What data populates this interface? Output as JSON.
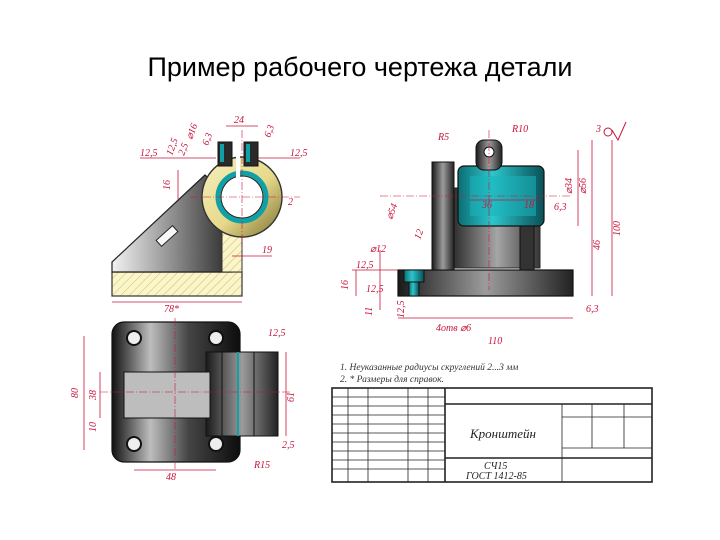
{
  "title": "Пример рабочего чертежа детали",
  "front_view": {
    "dims": [
      "⌀16",
      "6,3",
      "24",
      "6,3",
      "12,5",
      "12,5",
      "2,5",
      "16",
      "12,5",
      "2",
      "19",
      "78*"
    ]
  },
  "side_view": {
    "dims": [
      "R5",
      "R10",
      "3",
      "⌀34",
      "⌀56",
      "⌀54",
      "36",
      "18",
      "6,3",
      "12",
      "⌀12",
      "12,5",
      "46",
      "100",
      "16",
      "12,5",
      "11",
      "12,5",
      "4отв ⌀6",
      "110",
      "6,3"
    ]
  },
  "top_view": {
    "dims": [
      "80",
      "38",
      "10",
      "12,5",
      "61",
      "2,5",
      "48",
      "R15"
    ]
  },
  "notes": [
    "1. Неуказанные радиусы скруглений 2...3 мм",
    "2. * Размеры для справок."
  ],
  "title_block": {
    "name": "Кронштейн",
    "material_1": "СЧ15",
    "material_2": "ГОСТ 1412-85"
  },
  "colors": {
    "dimension": "#c8143c",
    "hatch_fill": "#fbf5c8",
    "bore_teal": "#0fa0a8",
    "metal_dark": "#222222"
  }
}
